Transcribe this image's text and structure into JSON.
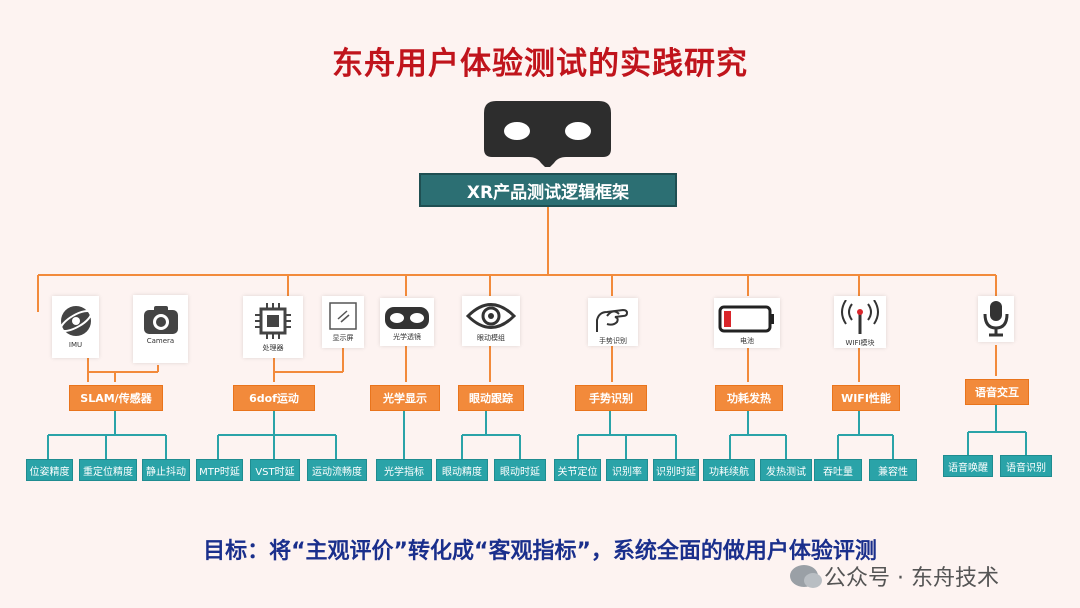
{
  "title": "东舟用户体验测试的实践研究",
  "hub": {
    "label": "XR产品测试逻辑框架",
    "icon": "vr-headset-icon"
  },
  "icons": [
    {
      "key": "imu",
      "caption": "IMU",
      "icon": "imu-icon"
    },
    {
      "key": "camera",
      "caption": "Camera",
      "icon": "camera-icon"
    },
    {
      "key": "chip",
      "caption": "处理器",
      "icon": "chip-icon"
    },
    {
      "key": "display",
      "caption": "显示屏",
      "icon": "display-icon"
    },
    {
      "key": "optics",
      "caption": "光学透镜",
      "icon": "vr-glasses-icon"
    },
    {
      "key": "eye",
      "caption": "眼动模组",
      "icon": "eye-icon"
    },
    {
      "key": "hand",
      "caption": "手势识别",
      "icon": "hand-icon"
    },
    {
      "key": "battery",
      "caption": "电池",
      "icon": "battery-icon"
    },
    {
      "key": "wifi",
      "caption": "WIFI模块",
      "icon": "wifi-antenna-icon"
    },
    {
      "key": "mic",
      "caption": "",
      "icon": "microphone-icon"
    }
  ],
  "categories": [
    {
      "label": "SLAM/传感器",
      "leaves": [
        "位姿精度",
        "重定位精度",
        "静止抖动"
      ]
    },
    {
      "label": "6dof运动",
      "leaves": [
        "MTP时延",
        "VST时延",
        "运动流畅度"
      ]
    },
    {
      "label": "光学显示",
      "leaves": [
        "光学指标"
      ]
    },
    {
      "label": "眼动跟踪",
      "leaves": [
        "眼动精度",
        "眼动时延"
      ]
    },
    {
      "label": "手势识别",
      "leaves": [
        "关节定位",
        "识别率",
        "识别时延"
      ]
    },
    {
      "label": "功耗发热",
      "leaves": [
        "功耗续航",
        "发热测试"
      ]
    },
    {
      "label": "WIFI性能",
      "leaves": [
        "吞吐量",
        "兼容性"
      ]
    },
    {
      "label": "语音交互",
      "leaves": [
        "语音唤醒",
        "语音识别"
      ]
    }
  ],
  "goal": "目标：将“主观评价”转化成“客观指标”，系统全面的做用户体验评测",
  "watermark": "公众号 · 东舟技术",
  "colors": {
    "title": "#c0141c",
    "hub": "#2c6f73",
    "category": "#f28a3b",
    "leaf": "#2aa3a8",
    "connector": "#f28a3b",
    "goal": "#1a2f8c"
  }
}
